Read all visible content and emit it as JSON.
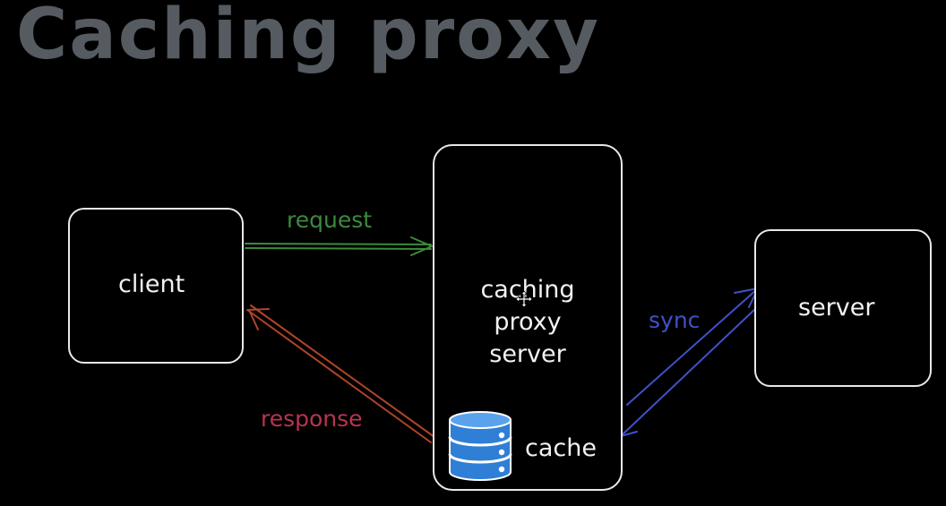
{
  "title": "Caching proxy",
  "nodes": {
    "client": "client",
    "proxy": [
      "caching",
      "proxy",
      "server"
    ],
    "server": "server",
    "cache": "cache"
  },
  "edges": {
    "request": "request",
    "response": "response",
    "sync": "sync"
  },
  "colors": {
    "background": "#000000",
    "title": "#555b60",
    "box_border": "#e8e8e8",
    "request": "#3c8a3c",
    "response": "#b8344f",
    "response_arrow": "#b0442a",
    "sync": "#3f51c9",
    "database": "#2f7fd6"
  },
  "icons": {
    "database": "database-icon",
    "move": "move-cursor-icon"
  }
}
